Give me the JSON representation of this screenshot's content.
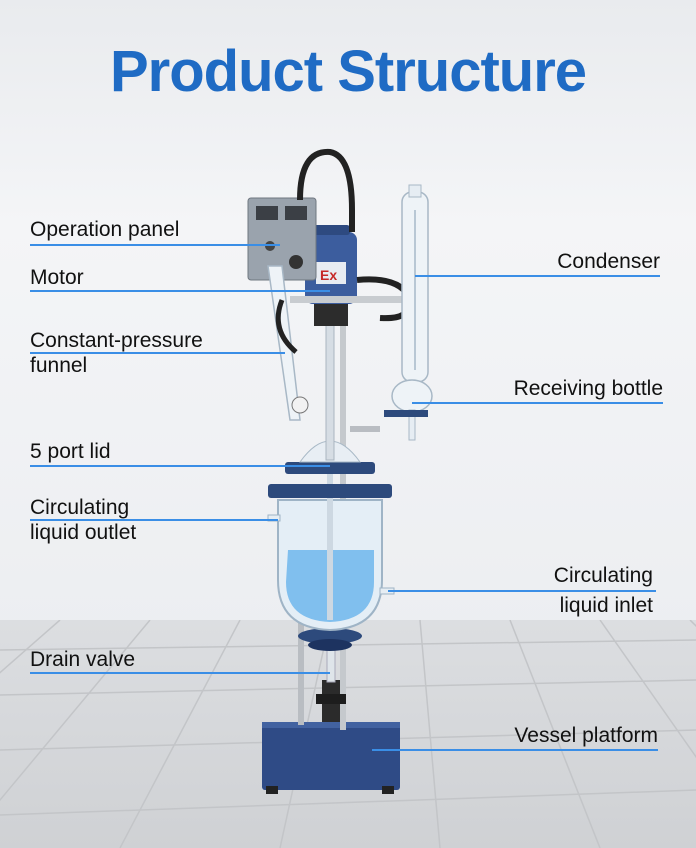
{
  "title": "Product Structure",
  "labels": {
    "operation_panel": "Operation panel",
    "motor": "Motor",
    "funnel_line1": "Constant-pressure",
    "funnel_line2": "funnel",
    "lid": "5 port lid",
    "outlet_line1": "Circulating",
    "outlet_line2": "liquid outlet",
    "drain": "Drain valve",
    "condenser": "Condenser",
    "receiving": "Receiving bottle",
    "inlet_line1": "Circulating",
    "inlet_line2": "liquid inlet",
    "platform": "Vessel platform"
  },
  "colors": {
    "title": "#1f6bc4",
    "leader_line": "#3a8ee6",
    "frame_blue": "#2d4a7c",
    "liquid": "#6fb6ec"
  }
}
